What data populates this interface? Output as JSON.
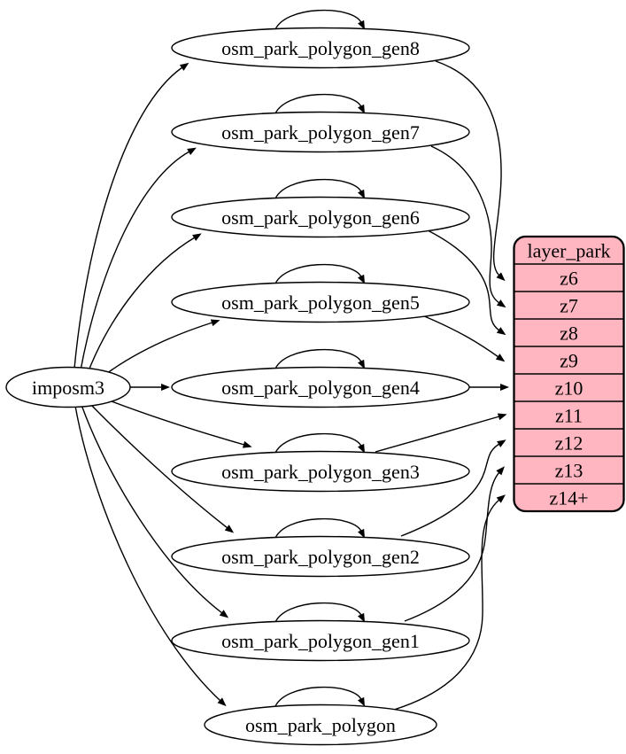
{
  "diagram": {
    "kind": "directed-graph",
    "source_node": {
      "label": "imposm3"
    },
    "generalized_tables": [
      {
        "label": "osm_park_polygon_gen8",
        "target_zoom": "z6"
      },
      {
        "label": "osm_park_polygon_gen7",
        "target_zoom": "z7"
      },
      {
        "label": "osm_park_polygon_gen6",
        "target_zoom": "z8"
      },
      {
        "label": "osm_park_polygon_gen5",
        "target_zoom": "z9"
      },
      {
        "label": "osm_park_polygon_gen4",
        "target_zoom": "z10"
      },
      {
        "label": "osm_park_polygon_gen3",
        "target_zoom": "z11"
      },
      {
        "label": "osm_park_polygon_gen2",
        "target_zoom": "z12"
      },
      {
        "label": "osm_park_polygon_gen1",
        "target_zoom": "z13"
      },
      {
        "label": "osm_park_polygon",
        "target_zoom": "z14+"
      }
    ],
    "layer_record": {
      "title": "layer_park",
      "rows": [
        "z6",
        "z7",
        "z8",
        "z9",
        "z10",
        "z11",
        "z12",
        "z13",
        "z14+"
      ]
    },
    "colors": {
      "record_fill": "#ffb6c1",
      "node_fill": "#ffffff",
      "stroke": "#000000",
      "background": "#ffffff"
    }
  }
}
